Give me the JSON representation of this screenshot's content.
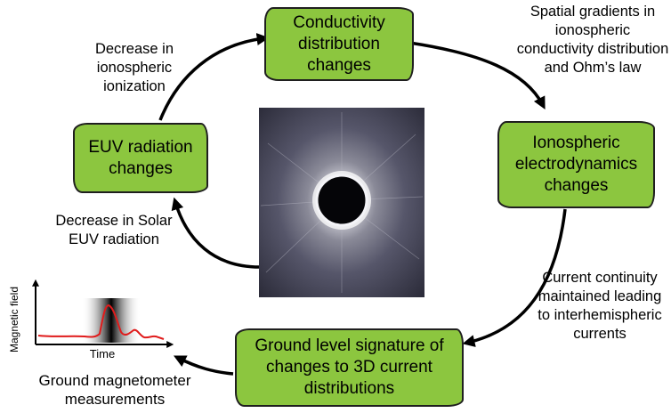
{
  "boxes": {
    "conductivity": "Conductivity distribution changes",
    "euv": "EUV radiation changes",
    "iono": "Ionospheric electrodynamics changes",
    "ground": "Ground level signature of changes to 3D current distributions"
  },
  "labels": {
    "decrease_ionization": "Decrease in ionospheric ionization",
    "spatial_gradients": "Spatial gradients in ionospheric conductivity distribution and Ohm’s law",
    "decrease_solar": "Decrease in Solar EUV radiation",
    "current_continuity": "Current continuity maintained leading to interhemispheric currents",
    "ground_magnetometer": "Ground magnetometer measurements"
  },
  "graph": {
    "ylabel": "Magnetic field",
    "xlabel": "Time"
  },
  "colors": {
    "box_fill": "#8cc63f",
    "box_border": "#1f1f1f",
    "signal": "#e01b1b"
  }
}
